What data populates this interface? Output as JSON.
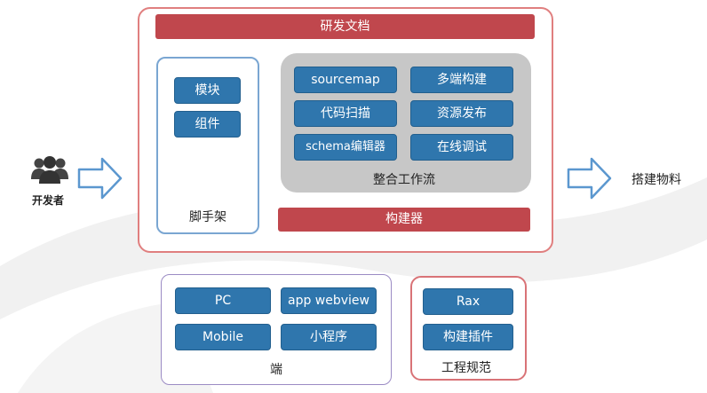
{
  "diagram": {
    "title": "研发文档",
    "developer_label": "开发者",
    "output_label": "搭建物料",
    "scaffold": {
      "caption": "脚手架",
      "items": [
        "模块",
        "组件"
      ]
    },
    "workflow": {
      "caption": "整合工作流",
      "items": [
        "sourcemap",
        "多端构建",
        "代码扫描",
        "资源发布",
        "schema编辑器",
        "在线调试"
      ]
    },
    "builder_label": "构建器",
    "endpoints": {
      "caption": "端",
      "items": [
        "PC",
        "app webview",
        "Mobile",
        "小程序"
      ]
    },
    "spec": {
      "caption": "工程规范",
      "items": [
        "Rax",
        "构建插件"
      ]
    },
    "colors": {
      "accent_red": "#c0474d",
      "button_blue": "#2f76ad",
      "frame_red": "#e07f7f",
      "scaffold_border": "#7aa6d2",
      "workflow_gray": "#c7c7c7",
      "endpoint_border": "#9b8bc4"
    },
    "icons": {
      "developer": "user-group-icon",
      "arrows": "right-arrow-icon"
    }
  }
}
